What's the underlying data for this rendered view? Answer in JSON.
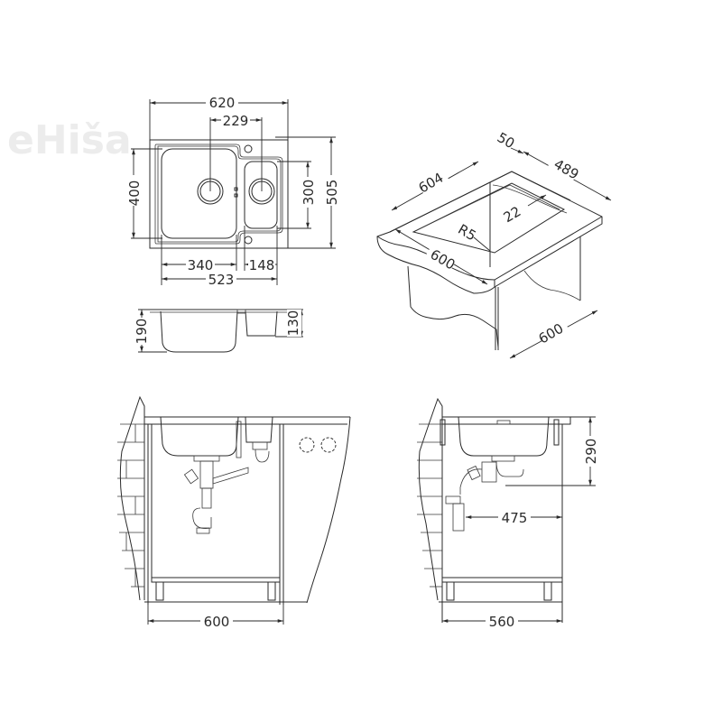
{
  "watermark": "eHiša",
  "top_view": {
    "overall_width": "620",
    "bowl_center_spacing": "229",
    "large_bowl_depth": "400",
    "small_bowl_depth": "300",
    "overall_depth": "505",
    "large_bowl_width": "340",
    "small_bowl_width": "148",
    "bowls_total_width": "523"
  },
  "side_view": {
    "large_bowl_height": "190",
    "small_bowl_height": "130"
  },
  "isometric_view": {
    "rim_width": "50",
    "cutout_length": "604",
    "cutout_depth": "489",
    "edge_offset": "22",
    "corner_radius": "R5",
    "worktop_front": "600",
    "cabinet_depth": "600"
  },
  "front_install_view": {
    "cabinet_width": "600"
  },
  "side_install_view": {
    "installation_depth": "290",
    "drain_distance": "475",
    "cabinet_depth": "560"
  }
}
